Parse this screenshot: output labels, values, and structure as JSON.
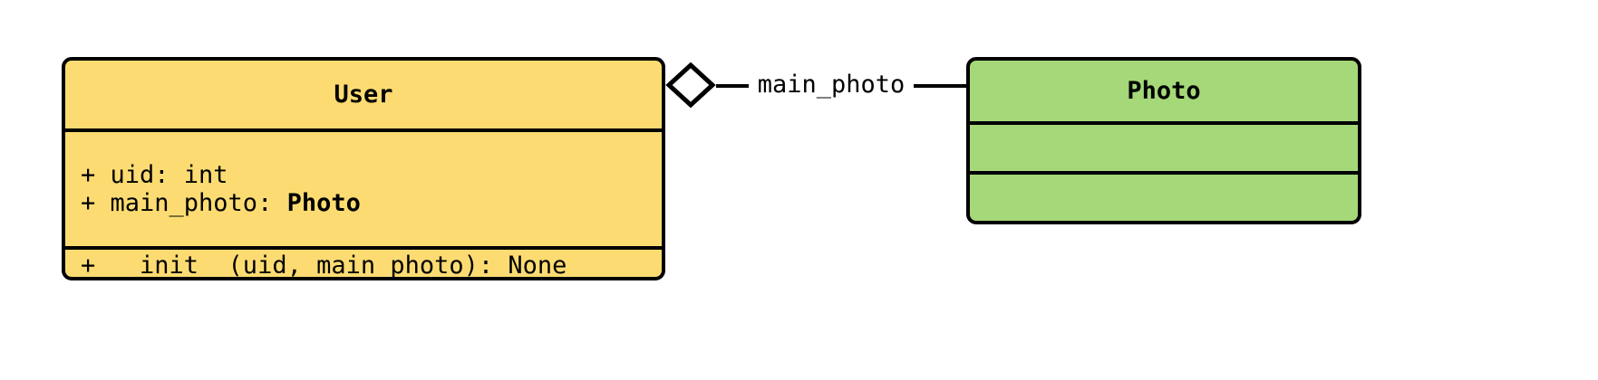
{
  "diagram": {
    "type": "uml-class-diagram",
    "background_color": "#ffffff"
  },
  "classes": [
    {
      "name": "User",
      "fill_color": "#FCDC72",
      "border_color": "#000000",
      "attributes": [
        {
          "visibility": "+",
          "text": "+ uid: int",
          "type_suffix": ""
        },
        {
          "visibility": "+",
          "text": "+ main_photo: ",
          "type_suffix": "Photo"
        }
      ],
      "methods": [
        {
          "visibility": "+",
          "text": "+ __init__(uid, main_photo): None"
        }
      ]
    },
    {
      "name": "Photo",
      "fill_color": "#A5D878",
      "border_color": "#000000",
      "attributes": [],
      "methods": []
    }
  ],
  "relationship": {
    "kind": "aggregation",
    "label": "main_photo",
    "diamond_fill": "#ffffff",
    "diamond_stroke": "#000000",
    "source": "User",
    "target": "Photo"
  }
}
